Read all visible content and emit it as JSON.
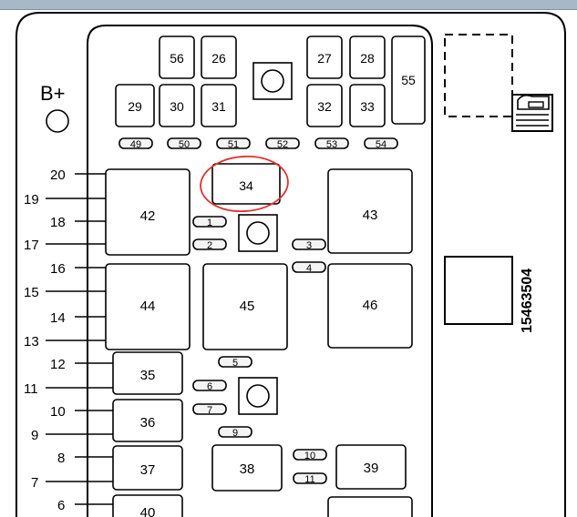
{
  "window": {
    "bar_color": "#a9b8c9"
  },
  "diagram": {
    "part_number": "15463504",
    "battery_label": "B+",
    "highlight_color": "#e03030",
    "highlighted_item": "34",
    "side_numbers": [
      "20",
      "19",
      "18",
      "17",
      "16",
      "15",
      "14",
      "13",
      "12",
      "11",
      "10",
      "9",
      "8",
      "7",
      "6"
    ],
    "large_items": [
      "56",
      "26",
      "27",
      "28",
      "55",
      "29",
      "30",
      "31",
      "32",
      "33",
      "34",
      "42",
      "43",
      "44",
      "45",
      "46",
      "35",
      "36",
      "37",
      "38",
      "39",
      "40"
    ],
    "small_items": [
      "49",
      "50",
      "51",
      "52",
      "53",
      "54",
      "1",
      "2",
      "3",
      "4",
      "5",
      "6",
      "7",
      "9",
      "10",
      "11"
    ]
  }
}
